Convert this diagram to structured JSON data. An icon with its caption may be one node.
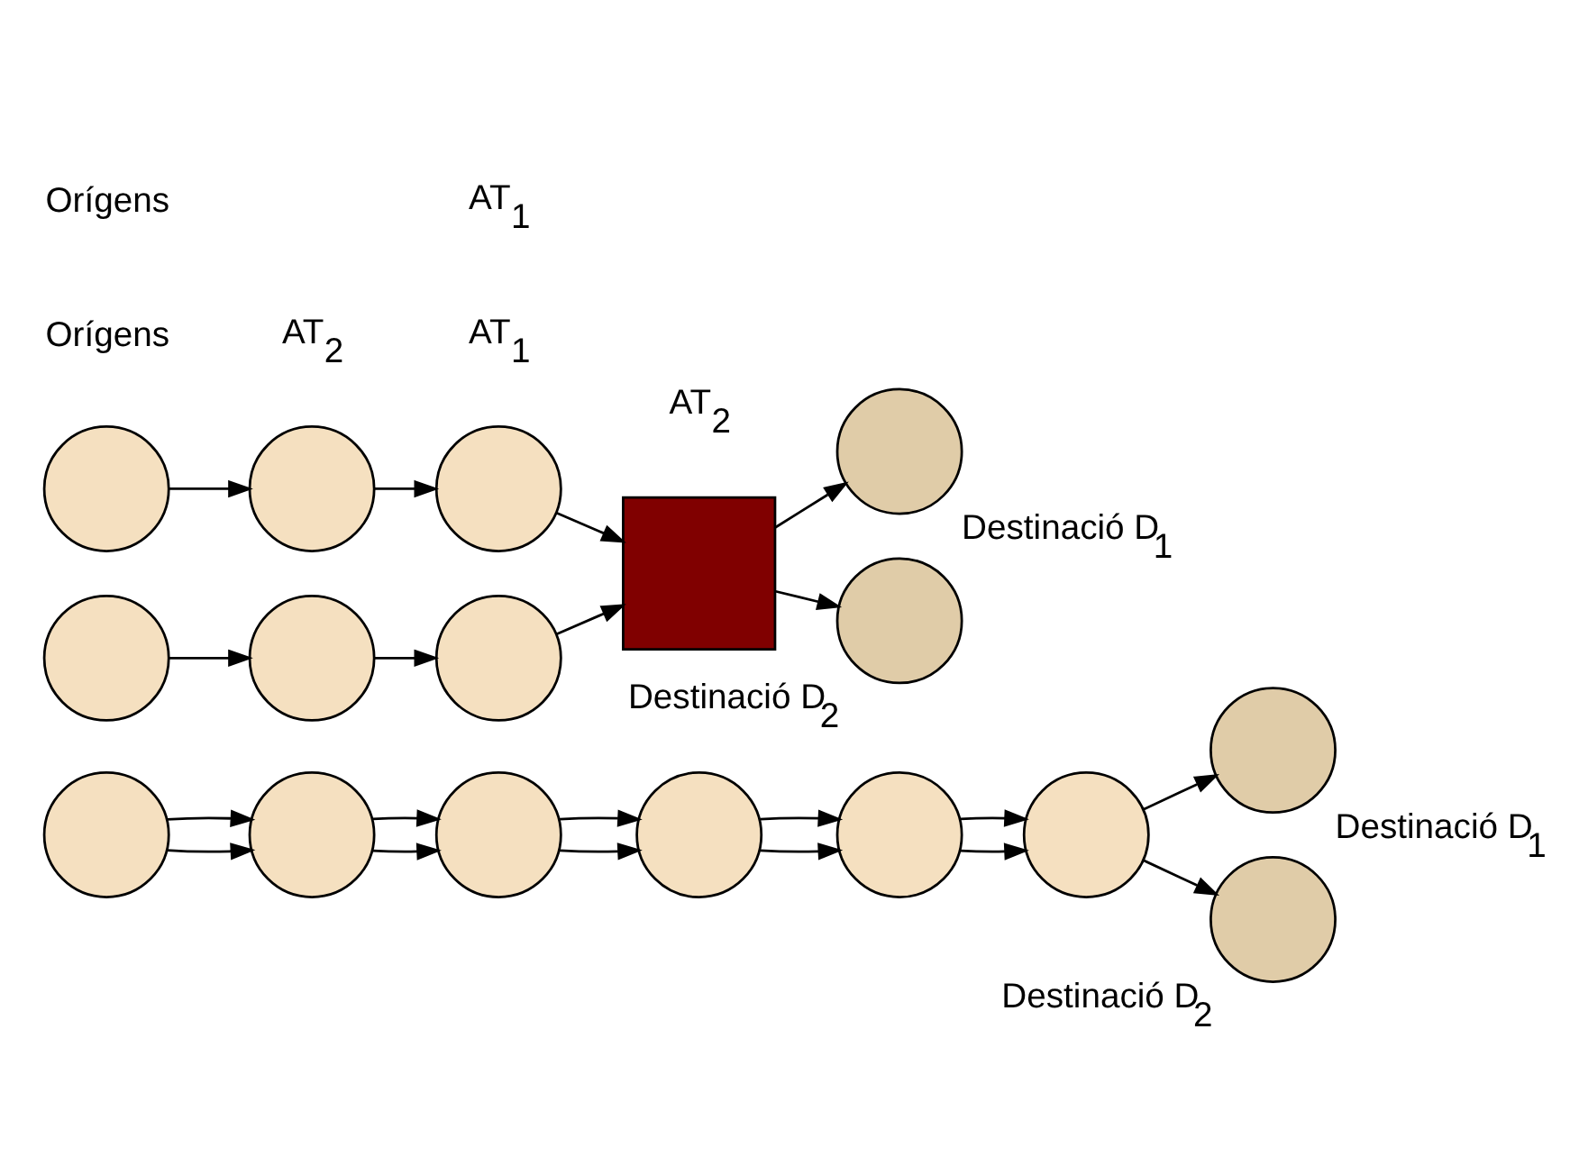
{
  "diagram": {
    "nodes": [
      {
        "text": [],
        "shape": "circle"
      },
      {
        "text": [],
        "shape": "circle"
      },
      {
        "text": [],
        "shape": "circle"
      },
      {
        "text": [],
        "shape": "circle"
      },
      {
        "text": [],
        "shape": "circle"
      },
      {
        "text": [],
        "shape": "circle"
      },
      {
        "text": [],
        "shape": "circle",
        "beside": [
          "Destinació D$_{1}$"
        ]
      },
      {
        "text": [],
        "shape": "circle",
        "beside": [
          "Destinació D$_{2}$"
        ]
      },
      {
        "text": [],
        "shape": "circle"
      },
      {
        "text": [],
        "shape": "circle"
      },
      {
        "text": [],
        "shape": "circle"
      },
      {
        "text": [],
        "shape": "circle"
      },
      {
        "text": [],
        "shape": "circle"
      },
      {
        "text": [],
        "shape": "circle"
      },
      {
        "text": [],
        "shape": "box"
      },
      {
        "text": [],
        "shape": "circle",
        "beside": [
          "Destinació D$_{1}$"
        ]
      },
      {
        "text": [],
        "shape": "circle",
        "beside": [
          "Destinació D$_{2}$"
        ]
      }
    ],
    "edges": [
      {
        "from": 0,
        "to": 1,
        "arrow": "to"
      },
      {
        "from": 1,
        "to": 2,
        "arrow": "to"
      },
      {
        "from": 2,
        "to": 3,
        "arrow": "to"
      },
      {
        "from": 3,
        "to": 4,
        "arrow": "to"
      },
      {
        "from": 4,
        "to": 5,
        "arrow": "to"
      },
      {
        "from": 0,
        "to": 1,
        "arrow": "to"
      },
      {
        "from": 1,
        "to": 2,
        "arrow": "to"
      },
      {
        "from": 2,
        "to": 3,
        "arrow": "to"
      },
      {
        "from": 3,
        "to": 4,
        "arrow": "to"
      },
      {
        "from": 4,
        "to": 5,
        "arrow": "to"
      },
      {
        "from": 5,
        "to": 6,
        "arrow": "to"
      },
      {
        "from": 5,
        "to": 7,
        "arrow": "to"
      },
      {
        "from": 11,
        "to": 12,
        "arrow": "to"
      },
      {
        "from": 12,
        "to": 13,
        "arrow": "to"
      },
      {
        "from": 13,
        "to": 14,
        "arrow": "to"
      },
      {
        "from": 8,
        "to": 9,
        "arrow": "to"
      },
      {
        "from": 9,
        "to": 10,
        "arrow": "to"
      },
      {
        "from": 10,
        "to": 14,
        "arrow": "to"
      },
      {
        "from": 14,
        "to": 15,
        "arrow": "to"
      },
      {
        "from": 14,
        "to": 16,
        "arrow": "to"
      }
    ],
    "labels": [
      "AT$_{1}$",
      "AT$_{2}$",
      "Orígens",
      "AT$_{1}$",
      "AT$_{2}$",
      "Orígens"
    ]
  }
}
